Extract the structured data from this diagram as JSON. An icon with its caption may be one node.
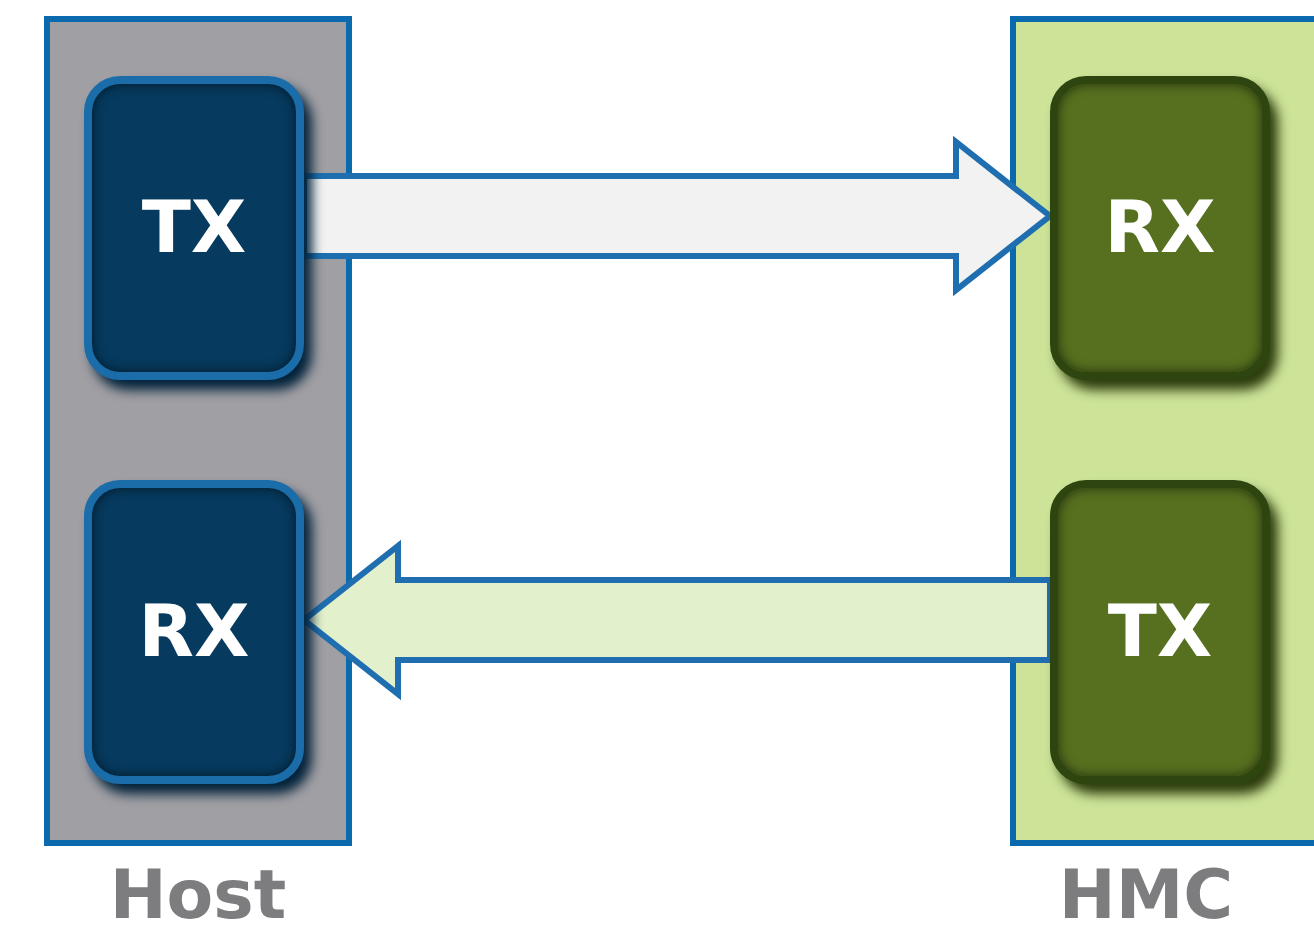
{
  "diagram": {
    "nodes": [
      {
        "text": [
          "Host"
        ]
      },
      {
        "text": [
          "TX"
        ],
        "in": 0
      },
      {
        "text": [
          "RX"
        ],
        "in": 0
      },
      {
        "text": [
          "HMC"
        ]
      },
      {
        "text": [
          "RX"
        ],
        "in": 3
      },
      {
        "text": [
          "TX"
        ],
        "in": 3
      }
    ],
    "edges": [
      {
        "from": 1,
        "to": 4,
        "arrow": "to"
      },
      {
        "from": 5,
        "to": 2,
        "arrow": "to"
      }
    ]
  }
}
